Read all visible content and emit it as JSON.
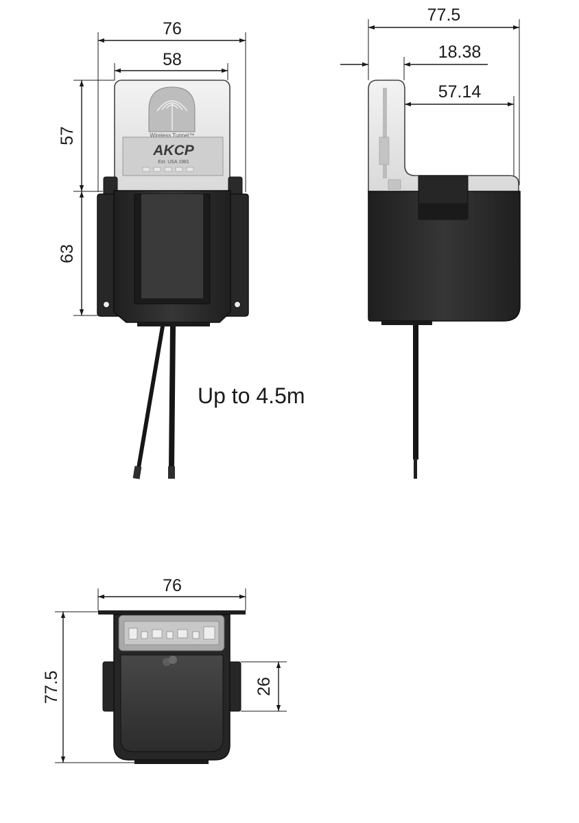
{
  "front_view": {
    "width_outer": "76",
    "width_inner": "58",
    "height_upper": "57",
    "height_lower": "63",
    "logo_text": "AKCP",
    "logo_sub": "Est. USA 1981",
    "tunnel_text": "Wireless Tunnel™"
  },
  "side_view": {
    "depth_total": "77.5",
    "offset": "18.38",
    "depth_inner": "57.14"
  },
  "cable_caption": "Up to 4.5m",
  "bottom_view": {
    "width": "76",
    "depth": "77.5",
    "clip_height": "26"
  },
  "colors": {
    "housing": "#2b2b2b",
    "housing_dark": "#1a1a1a",
    "translucent": "#e6e6e6",
    "line": "#1a1a1a"
  }
}
